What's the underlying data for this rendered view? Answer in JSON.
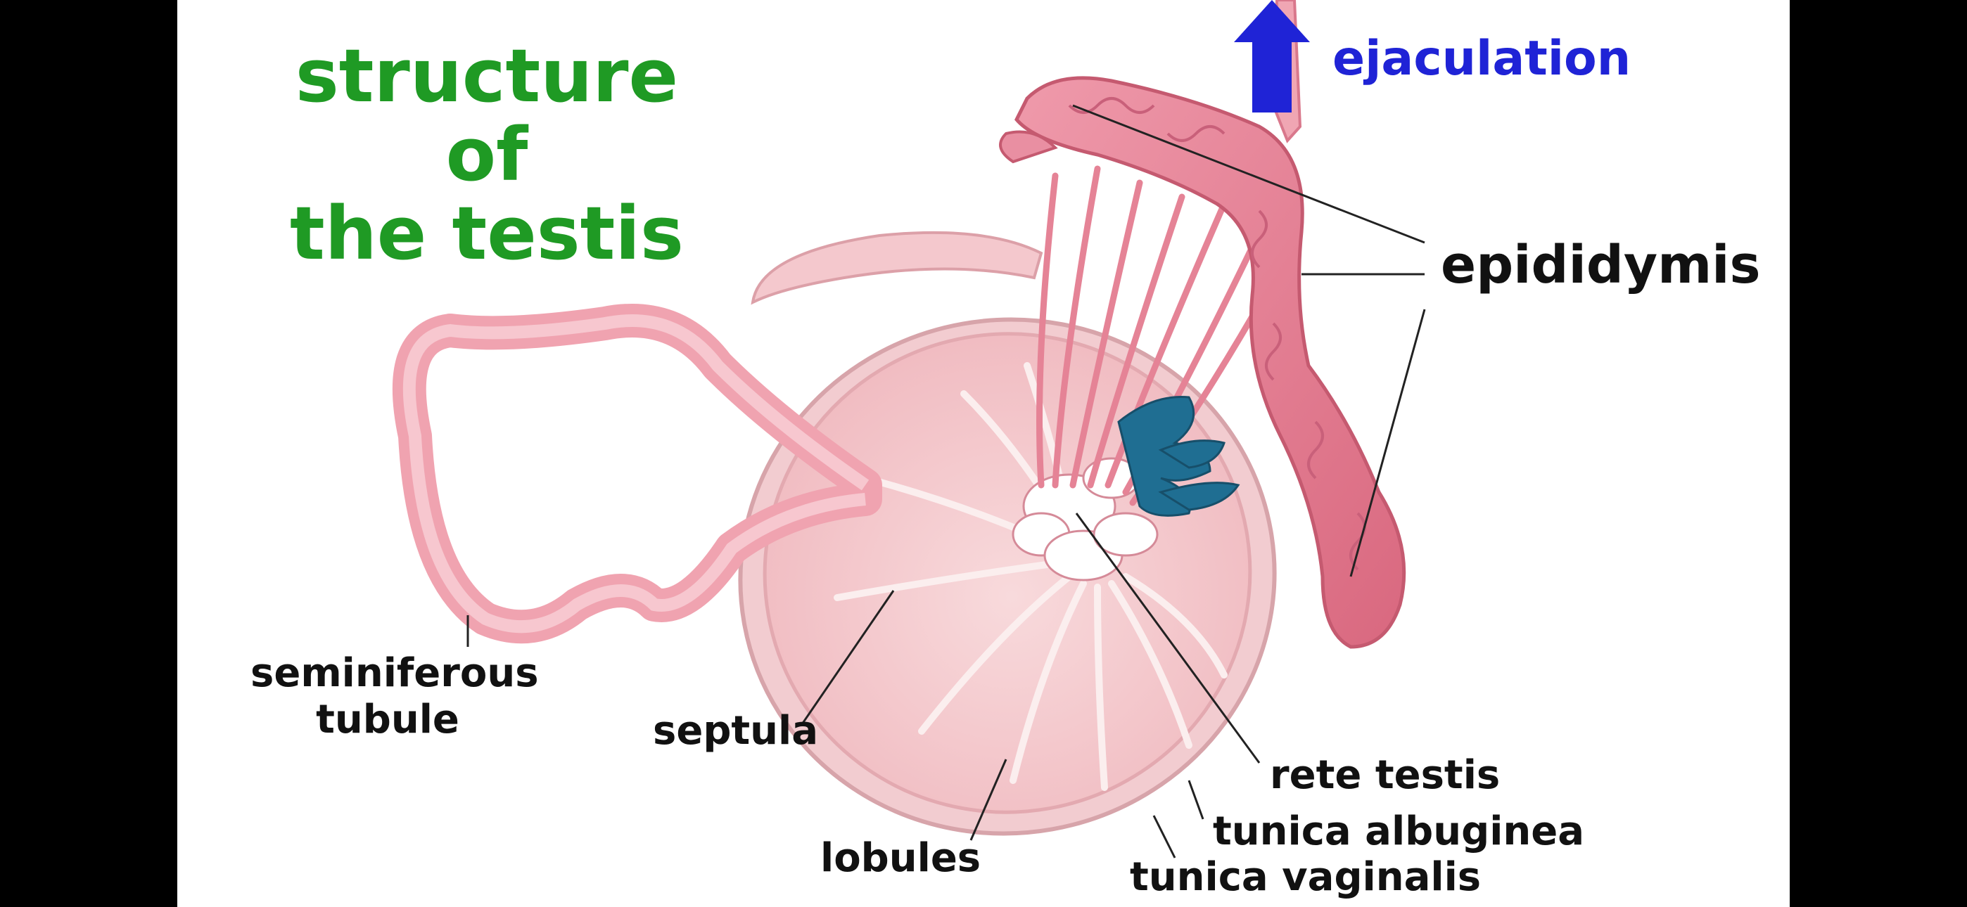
{
  "title": "structure of\nthe testis",
  "ejaculation": "ejaculation",
  "labels": {
    "epididymis": "epididymis",
    "seminiferous_tubule": "seminiferous tubule",
    "septula": "septula",
    "rete_testis": "rete testis",
    "tunica_albuginea": "tunica albuginea",
    "lobules": "lobules",
    "tunica_vaginalis": "tunica vaginalis"
  },
  "colors": {
    "title": "#1f9a24",
    "arrow": "#1f23d6",
    "epididymis": "#e68a9b",
    "testis_fill": "#f6d3d6",
    "rete": "#ffffff",
    "blue_ducts": "#1f6e92",
    "leader_lines": "#222222"
  }
}
